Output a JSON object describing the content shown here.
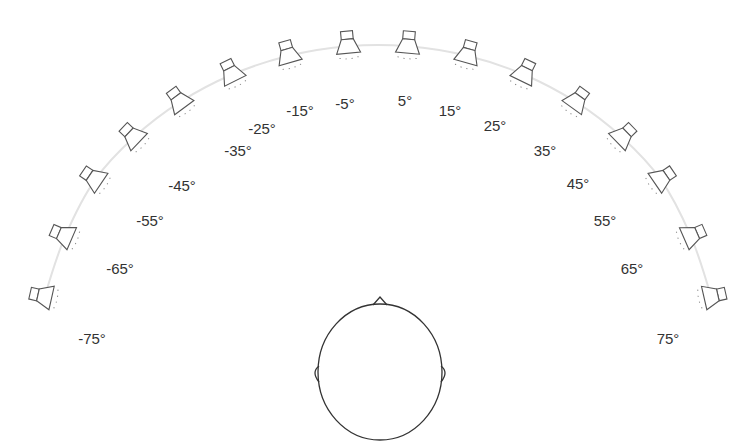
{
  "diagram": {
    "labels": [
      "-75°",
      "-65°",
      "-55°",
      "-45°",
      "-35°",
      "-25°",
      "-15°",
      "-5°",
      "5°",
      "15°",
      "25°",
      "35°",
      "45°",
      "55°",
      "65°",
      "75°"
    ]
  }
}
